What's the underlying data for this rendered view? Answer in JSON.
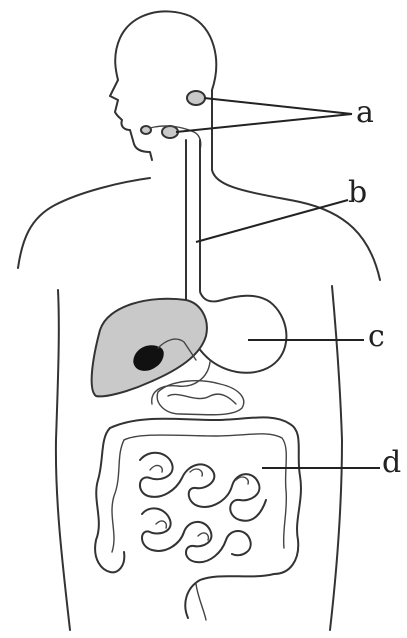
{
  "labels": {
    "a": "a",
    "b": "b",
    "c": "c",
    "d": "d"
  },
  "colors": {
    "line": "#333333",
    "liver_fill": "#c9c9c9",
    "gallbladder_fill": "#111111",
    "background": "#ffffff"
  }
}
